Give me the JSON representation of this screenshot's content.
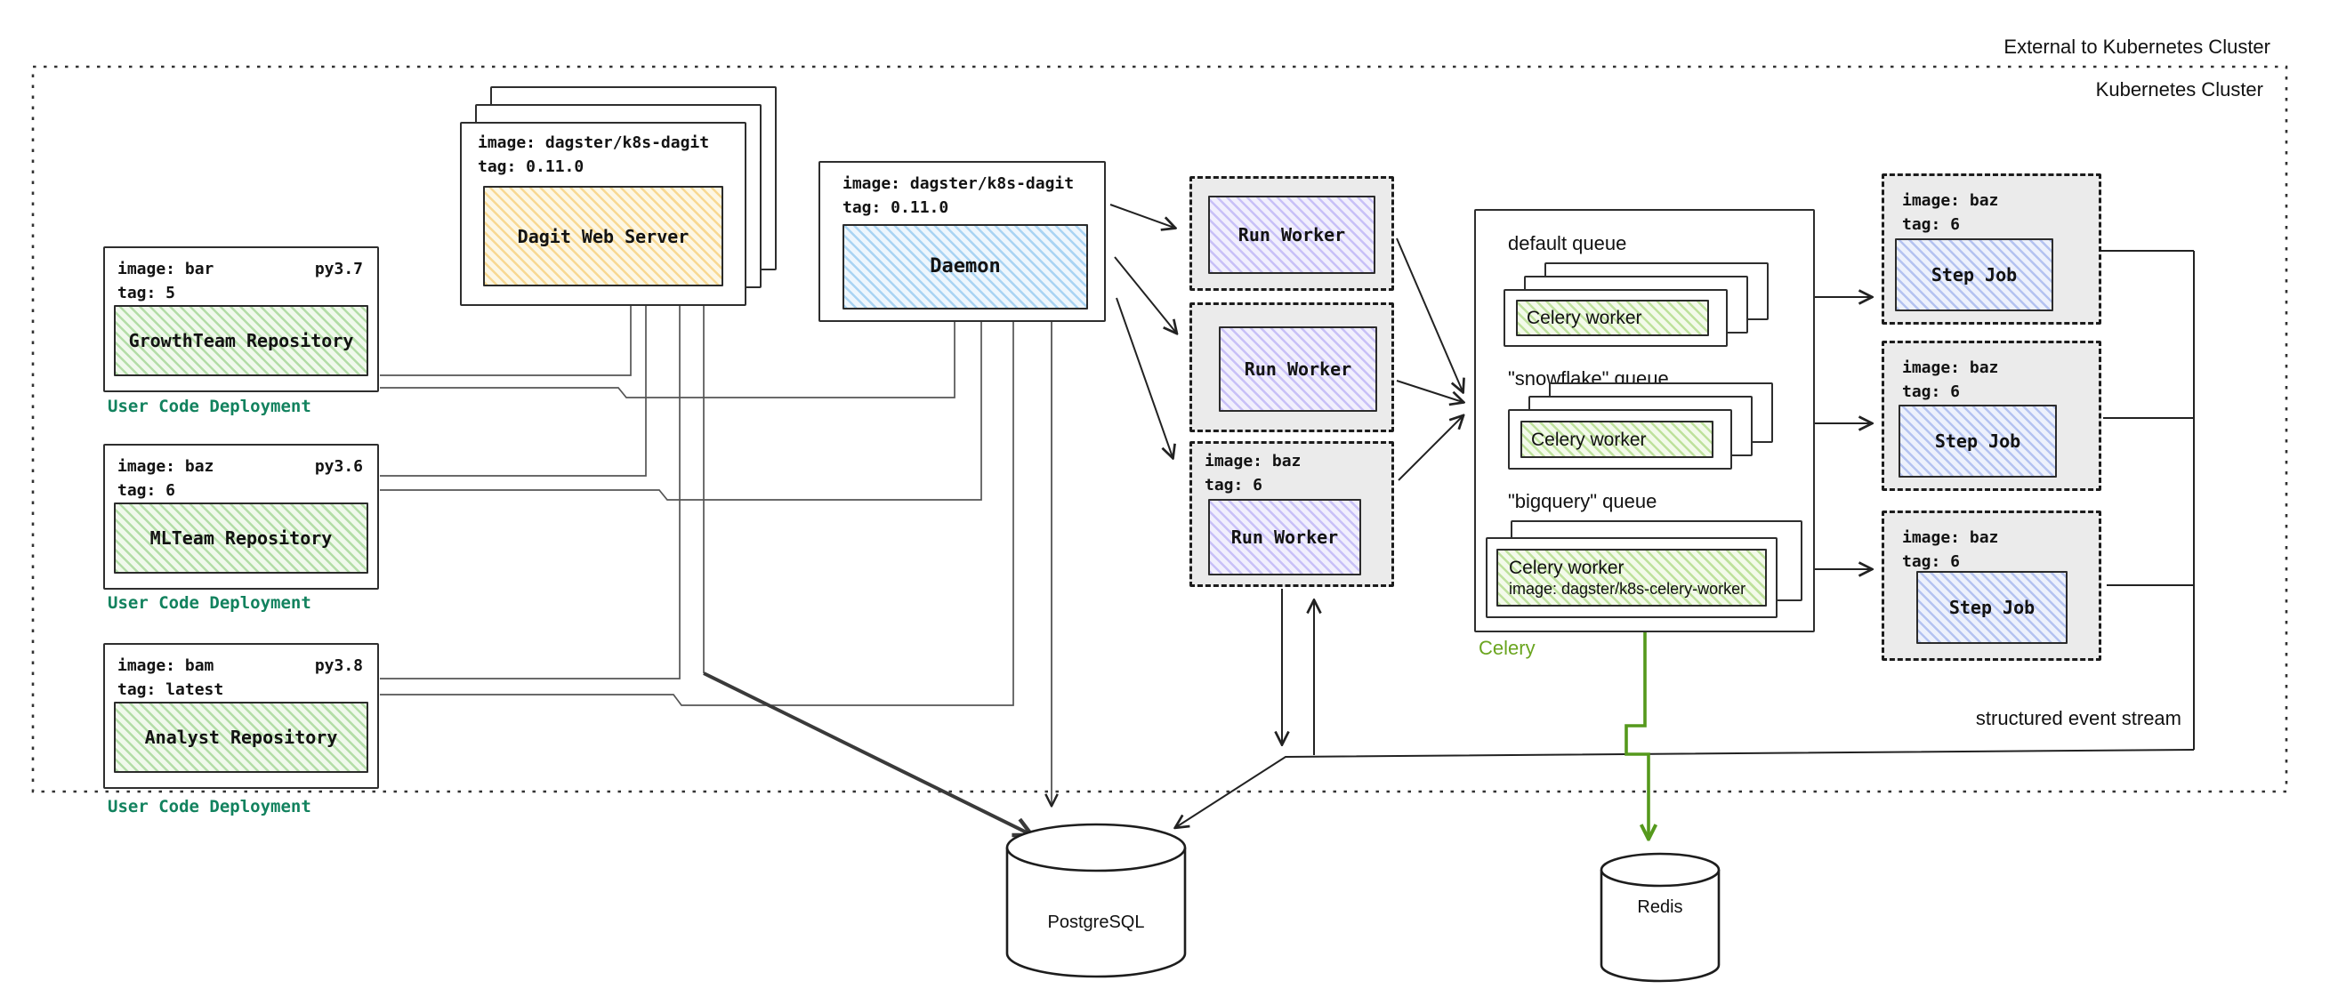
{
  "header": {
    "external_label": "External to Kubernetes Cluster",
    "cluster_label": "Kubernetes Cluster"
  },
  "deployments": [
    {
      "image": "image: bar",
      "py": "py3.7",
      "tag": "tag: 5",
      "repo": "GrowthTeam Repository",
      "caption": "User Code Deployment"
    },
    {
      "image": "image: baz",
      "py": "py3.6",
      "tag": "tag: 6",
      "repo": "MLTeam Repository",
      "caption": "User Code Deployment"
    },
    {
      "image": "image: bam",
      "py": "py3.8",
      "tag": "tag: latest",
      "repo": "Analyst Repository",
      "caption": "User Code Deployment"
    }
  ],
  "dagit": {
    "image": "image: dagster/k8s-dagit",
    "tag": "tag: 0.11.0",
    "label": "Dagit Web Server"
  },
  "daemon": {
    "image": "image: dagster/k8s-dagit",
    "tag": "tag: 0.11.0",
    "label": "Daemon"
  },
  "run_workers": [
    {
      "label": "Run Worker"
    },
    {
      "label": "Run Worker"
    },
    {
      "image": "image: baz",
      "tag": "tag: 6",
      "label": "Run Worker"
    }
  ],
  "celery": {
    "caption": "Celery",
    "queues": [
      {
        "label": "default queue",
        "worker": "Celery worker"
      },
      {
        "label": "\"snowflake\" queue",
        "worker": "Celery worker"
      },
      {
        "label": "\"bigquery\" queue",
        "worker": "Celery worker",
        "worker_image": "image: dagster/k8s-celery-worker"
      }
    ]
  },
  "step_jobs": [
    {
      "image": "image: baz",
      "tag": "tag: 6",
      "label": "Step Job"
    },
    {
      "image": "image: baz",
      "tag": "tag: 6",
      "label": "Step Job"
    },
    {
      "image": "image: baz",
      "tag": "tag: 6",
      "label": "Step Job"
    }
  ],
  "stream_label": "structured event stream",
  "databases": {
    "postgres": "PostgreSQL",
    "redis": "Redis"
  },
  "colors": {
    "user_code_caption": "#12825e",
    "celery_caption": "#6aa51f",
    "celery_arrow": "#55991c",
    "box_border": "#2e2e2e"
  }
}
